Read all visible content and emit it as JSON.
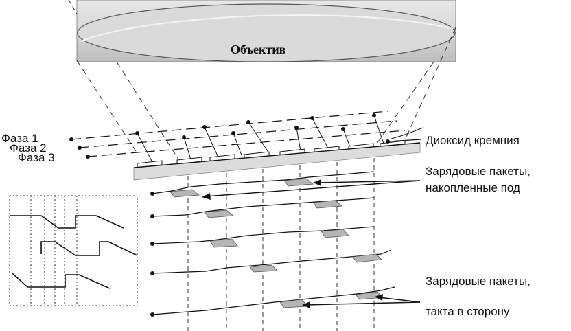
{
  "lens": {
    "label": "Объектив"
  },
  "phases": [
    {
      "label": "Фаза 1"
    },
    {
      "label": "Фаза 2"
    },
    {
      "label": "Фаза 3"
    }
  ],
  "annotations": {
    "silicon_dioxide": "Диоксид кремния",
    "charge_packets_line1": "Зарядовые пакеты,",
    "charge_packets_line2": "накопленные под",
    "charge_packets_shift_line1": "Зарядовые пакеты,",
    "charge_packets_shift_line2": "такта в сторону"
  },
  "colors": {
    "lens_fill": "#d9d9d9",
    "lens_shadow": "#a9a9a9",
    "oxide_layer": "#dcdcdc",
    "packet_fill": "#b5b5b5",
    "line": "#111111"
  }
}
